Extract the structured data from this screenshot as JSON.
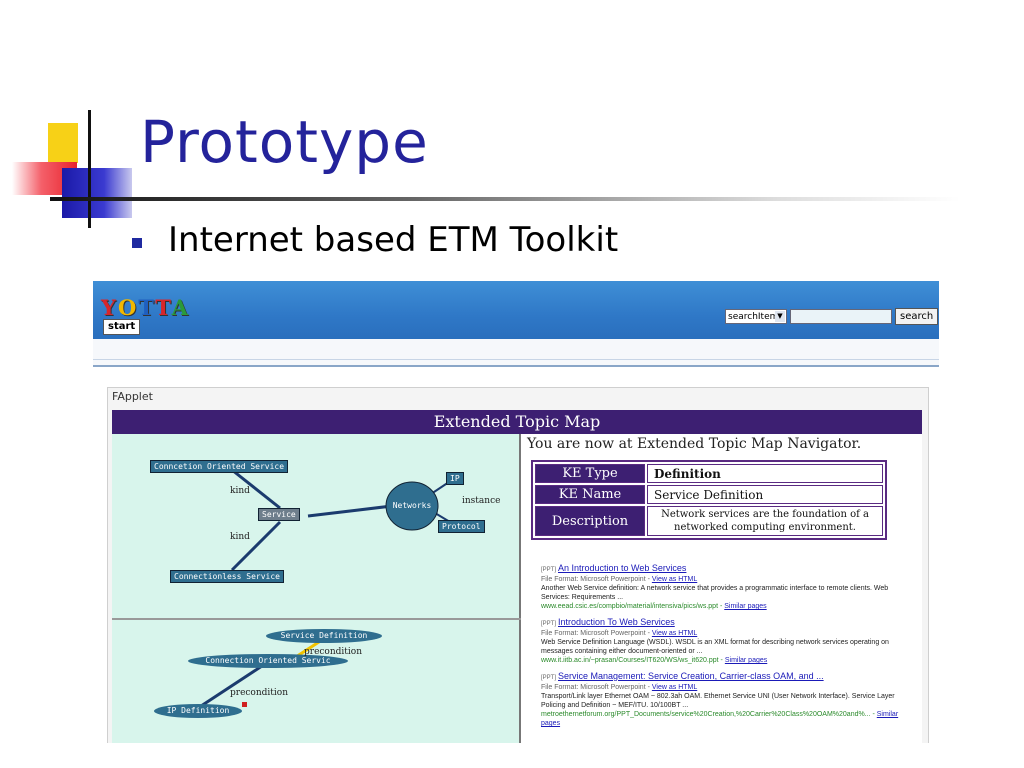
{
  "slide": {
    "title": "Prototype",
    "bullet": "Internet based ETM Toolkit"
  },
  "app": {
    "logo": [
      "Y",
      "O",
      "T",
      "T",
      "A"
    ],
    "logo_colors": [
      "#d7262b",
      "#f2b800",
      "#1f5fbf",
      "#d7262b",
      "#2a9a3a"
    ],
    "start_label": "start",
    "search_select": "searchItem",
    "search_button": "search",
    "applet_label": "FApplet",
    "header": "Extended Topic Map"
  },
  "graph": {
    "nodes": {
      "cos": "Conncetion Oriented Service",
      "service": "Service",
      "networks": "Networks",
      "ip": "IP",
      "protocol": "Protocol",
      "cls": "Connectionless Service"
    },
    "edges": {
      "kind1": "kind",
      "kind2": "kind",
      "instance": "instance"
    },
    "bottom": {
      "sd": "Service Definition",
      "cos": "Connection Oriented Servic",
      "ipdef": "IP Definition",
      "pre1": "precondition",
      "pre2": "precondition"
    }
  },
  "navigator": {
    "heading": "You are now at Extended Topic Map Navigator.",
    "rows": [
      {
        "key": "KE Type",
        "value": "Definition"
      },
      {
        "key": "KE Name",
        "value": "Service Definition"
      },
      {
        "key": "Description",
        "value": "Network services are the foundation of a networked computing environment."
      }
    ]
  },
  "results": [
    {
      "tag": "[PPT]",
      "title": "An Introduction to Web Services",
      "format": "File Format: Microsoft Powerpoint - ",
      "view": "View as HTML",
      "snippet": "Another Web Service definition: A network service that provides a programmatic interface to remote clients. Web Services: Requirements ...",
      "url": "www.eead.csic.es/compbio/material/intensiva/pics/ws.ppt - ",
      "similar": "Similar pages"
    },
    {
      "tag": "[PPT]",
      "title": "Introduction To Web Services",
      "format": "File Format: Microsoft Powerpoint - ",
      "view": "View as HTML",
      "snippet": "Web Service Definition Language (WSDL). WSDL is an XML format for describing network services operating on messages containing either document-oriented or ...",
      "url": "www.it.iitb.ac.in/~prasan/Courses/IT620/WS/ws_it620.ppt - ",
      "similar": "Similar pages"
    },
    {
      "tag": "[PPT]",
      "title": "Service Management: Service Creation, Carrier-class OAM, and ...",
      "format": "File Format: Microsoft Powerpoint - ",
      "view": "View as HTML",
      "snippet": "Transport/Link layer Ethernet OAM ~ 802.3ah OAM. Ethernet Service UNI (User Network Interface). Service Layer Policing and Definition ~ MEF/ITU. 10/100BT ...",
      "url": "metroethernetforum.org/PPT_Documents/service%20Creation,%20Carrier%20Class%20OAM%20and%... - ",
      "similar": "Similar pages"
    }
  ]
}
